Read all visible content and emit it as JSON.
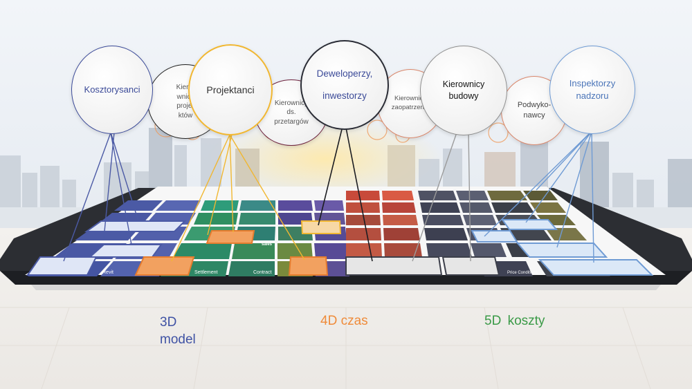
{
  "roles": {
    "kosztorysanci": "Kosztorysanci",
    "kierownicy_projektow": [
      "Kiero-",
      "wnicy",
      "proje-",
      "któw"
    ],
    "projektanci": "Projektanci",
    "kierownicy_przetargow": [
      "Kierownicy",
      "ds.",
      "przetargów"
    ],
    "deweloperzy": [
      "Deweloperzy,",
      "inwestorzy"
    ],
    "kierownicy_zaopatrzenia": [
      "Kierownicy",
      "zaopatrzenia"
    ],
    "kierownicy_budowy": [
      "Kierownicy",
      "budowy"
    ],
    "podwykonawcy": [
      "Podwyko-",
      "nawcy"
    ],
    "inspektorzy": [
      "Inspektorzy",
      "nadzoru"
    ]
  },
  "dimensions": {
    "d3": [
      "3D",
      "model"
    ],
    "d4": "4D czas",
    "d5": "5D  koszty"
  },
  "tiles": {
    "revit": "Revit",
    "settlement": "Settlement",
    "contract": "Contract",
    "sales": "sales",
    "price_conditions": "Price Conditions"
  },
  "colors": {
    "blue": "#4b5aa5",
    "orange": "#f2a160",
    "yellow": "#f1b731",
    "dark": "#3c3f4a",
    "gray": "#9c9c9c",
    "light_blue": "#6f9bd4",
    "brick": "#d97a5e"
  }
}
